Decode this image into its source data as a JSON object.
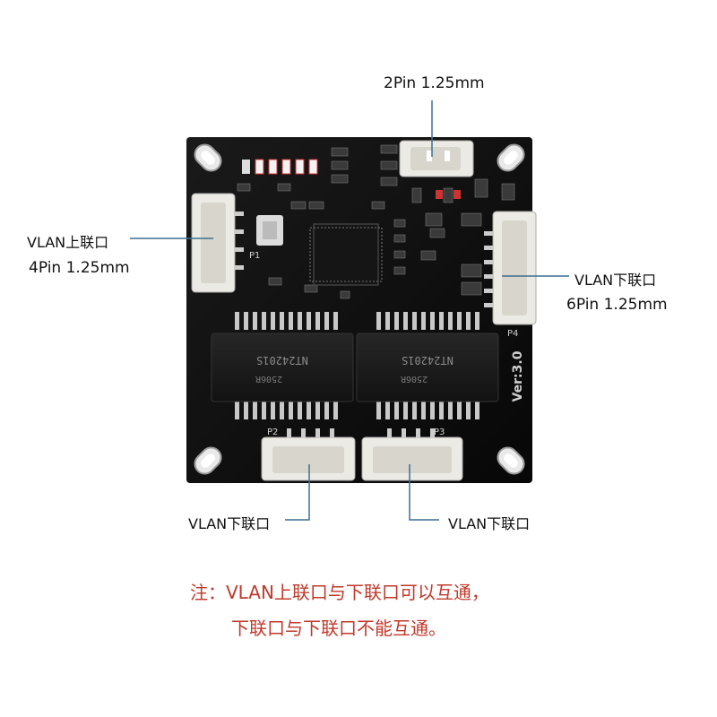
{
  "labels": {
    "top_connector": "2Pin 1.25mm",
    "left_name": "VLAN上联口",
    "left_spec": "4Pin 1.25mm",
    "right_name": "VLAN下联口",
    "right_spec": "6Pin 1.25mm",
    "bottom_left": "VLAN下联口",
    "bottom_right": "VLAN下联口"
  },
  "board": {
    "chip_left": "NT24201S",
    "chip_right": "NT24201S",
    "date_code": "2506R",
    "version": "Ver:3.0",
    "p1": "P1",
    "p2": "P2",
    "p3": "P3",
    "p4": "P4"
  },
  "note": {
    "line1": "注：VLAN上联口与下联口可以互通，",
    "line2": "下联口与下联口不能互通。"
  },
  "colors": {
    "pcb": "#0d0d0d",
    "connector": "#ece9e2",
    "leader": "#3b6f8f",
    "note": "#c0392b"
  }
}
